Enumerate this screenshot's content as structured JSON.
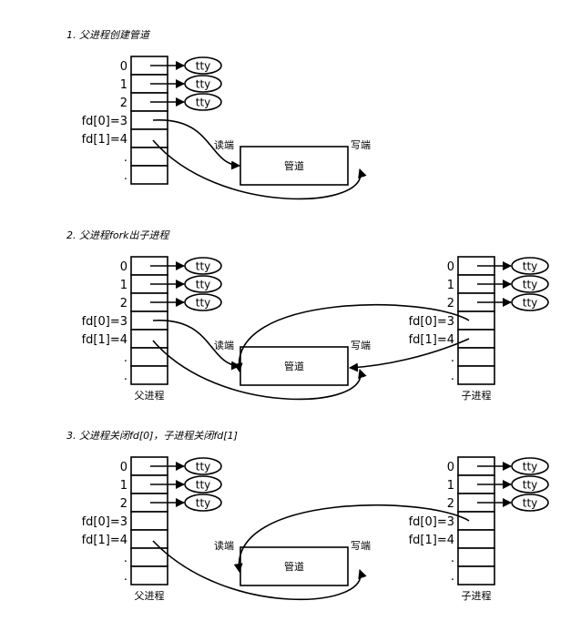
{
  "sections": [
    {
      "title": "1. 父进程创建管道",
      "pipe_label": "管道",
      "read_end": "读端",
      "write_end": "写端",
      "parent": {
        "rows": [
          "0",
          "1",
          "2",
          "fd[0]=3",
          "fd[1]=4",
          ".",
          "."
        ],
        "tty": [
          "tty",
          "tty",
          "tty"
        ],
        "caption": ""
      },
      "child": null
    },
    {
      "title": "2. 父进程fork出子进程",
      "pipe_label": "管道",
      "read_end": "读端",
      "write_end": "写端",
      "parent": {
        "rows": [
          "0",
          "1",
          "2",
          "fd[0]=3",
          "fd[1]=4",
          ".",
          "."
        ],
        "tty": [
          "tty",
          "tty",
          "tty"
        ],
        "caption": "父进程"
      },
      "child": {
        "rows": [
          "0",
          "1",
          "2",
          "fd[0]=3",
          "fd[1]=4",
          ".",
          "."
        ],
        "tty": [
          "tty",
          "tty",
          "tty"
        ],
        "caption": "子进程"
      }
    },
    {
      "title": "3. 父进程关闭fd[0]，子进程关闭fd[1]",
      "pipe_label": "管道",
      "read_end": "读端",
      "write_end": "写端",
      "parent": {
        "rows": [
          "0",
          "1",
          "2",
          "fd[0]=3",
          "fd[1]=4",
          ".",
          "."
        ],
        "tty": [
          "tty",
          "tty",
          "tty"
        ],
        "caption": "父进程"
      },
      "child": {
        "rows": [
          "0",
          "1",
          "2",
          "fd[0]=3",
          "fd[1]=4",
          ".",
          "."
        ],
        "tty": [
          "tty",
          "tty",
          "tty"
        ],
        "caption": "子进程"
      }
    }
  ]
}
